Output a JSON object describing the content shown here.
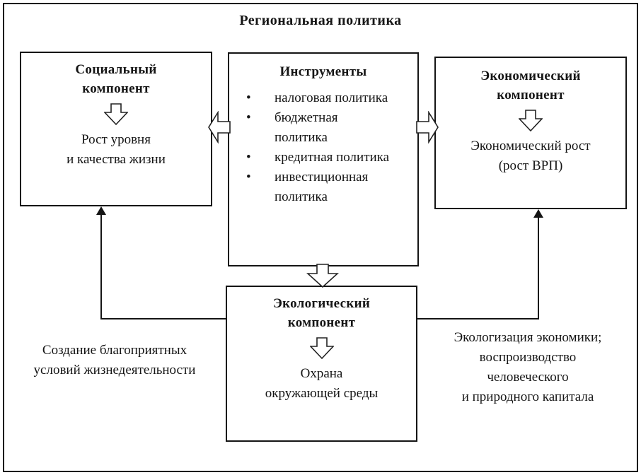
{
  "title": "Региональная политика",
  "boxes": {
    "social": {
      "heading": "Социальный\nкомпонент",
      "body": "Рост уровня\nи качества жизни"
    },
    "instruments": {
      "heading": "Инструменты",
      "bullet": "•",
      "items": [
        "налоговая политика",
        "бюджетная политика",
        "кредитная политика",
        "инвестиционная политика"
      ]
    },
    "economic": {
      "heading": "Экономический\nкомпонент",
      "body": "Экономический рост\n(рост ВРП)"
    },
    "ecological": {
      "heading": "Экологический\nкомпонент",
      "body": "Охрана\nокружающей среды"
    }
  },
  "annotations": {
    "left": "Создание благоприятных\nусловий жизнедеятельности",
    "right": "Экологизация экономики;\nвоспроизводство\nчеловеческого\nи природного капитала"
  },
  "colors": {
    "line": "#141414",
    "background": "#ffffff",
    "text": "#151515"
  }
}
